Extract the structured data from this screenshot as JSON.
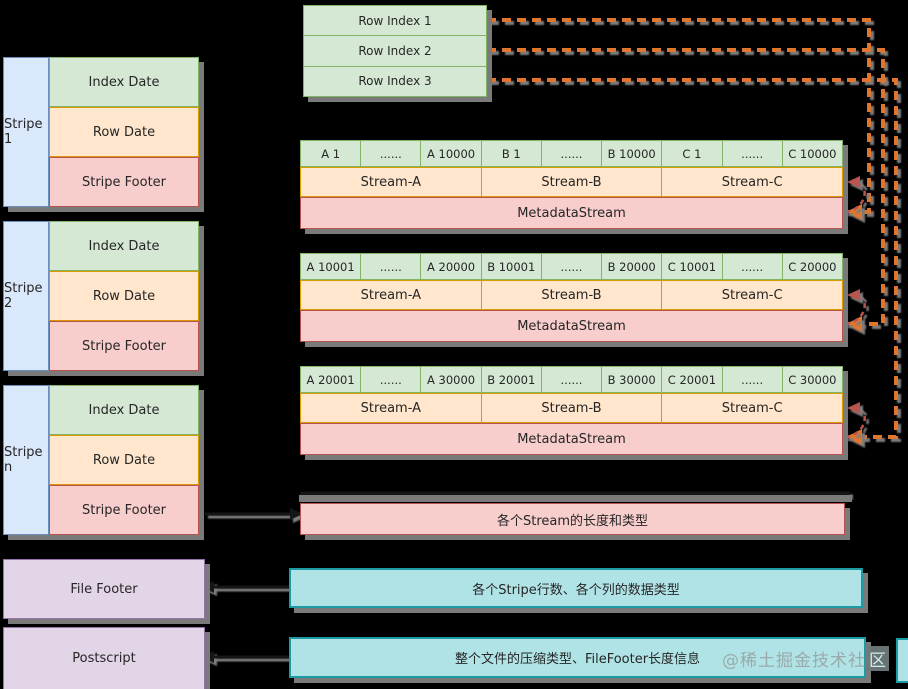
{
  "palette": {
    "background": "#000000",
    "green_fill": "#d5e8d4",
    "green_stroke": "#82b366",
    "orange_fill": "#ffe6cc",
    "orange_stroke": "#d79b00",
    "red_fill": "#f8cecc",
    "red_stroke": "#b85450",
    "blue_fill": "#dae8fc",
    "blue_stroke": "#6c8ebf",
    "purple_fill": "#e1d5e7",
    "purple_stroke": "#9673a6",
    "teal_fill": "#b0e3e6",
    "teal_stroke": "#1d9ba4",
    "arrow_orange": "#e0762f",
    "arrow_red": "#b85450",
    "shadow_gray": "#7a7a7a"
  },
  "row_index": {
    "rows": [
      "Row Index 1",
      "Row Index 2",
      "Row Index 3"
    ]
  },
  "stripes": [
    {
      "label": "Stripe 1",
      "rows": [
        "Index Date",
        "Row Date",
        "Stripe Footer"
      ]
    },
    {
      "label": "Stripe 2",
      "rows": [
        "Index Date",
        "Row Date",
        "Stripe Footer"
      ]
    },
    {
      "label": "Stripe n",
      "rows": [
        "Index Date",
        "Row Date",
        "Stripe Footer"
      ]
    }
  ],
  "file_blocks": {
    "file_footer": "File Footer",
    "postscript": "Postscript"
  },
  "groups": [
    {
      "cells": [
        "A 1",
        "......",
        "A 10000",
        "B 1",
        "......",
        "B 10000",
        "C 1",
        "......",
        "C 10000"
      ],
      "streams": [
        "Stream-A",
        "Stream-B",
        "Stream-C"
      ],
      "metadata": "MetadataStream"
    },
    {
      "cells": [
        "A 10001",
        "......",
        "A 20000",
        "B 10001",
        "......",
        "B 20000",
        "C 10001",
        "......",
        "C 20000"
      ],
      "streams": [
        "Stream-A",
        "Stream-B",
        "Stream-C"
      ],
      "metadata": "MetadataStream"
    },
    {
      "cells": [
        "A 20001",
        "......",
        "A 30000",
        "B 20001",
        "......",
        "B 30000",
        "C 20001",
        "......",
        "C 30000"
      ],
      "streams": [
        "Stream-A",
        "Stream-B",
        "Stream-C"
      ],
      "metadata": "MetadataStream"
    }
  ],
  "annotations": {
    "stream_lengths": "各个Stream的长度和类型",
    "file_footer_desc": "各个Stripe行数、各个列的数据类型",
    "postscript_desc": "整个文件的压缩类型、FileFooter长度信息"
  },
  "watermark": {
    "text": "@稀土掘金技术社",
    "boxed_char": "区"
  }
}
